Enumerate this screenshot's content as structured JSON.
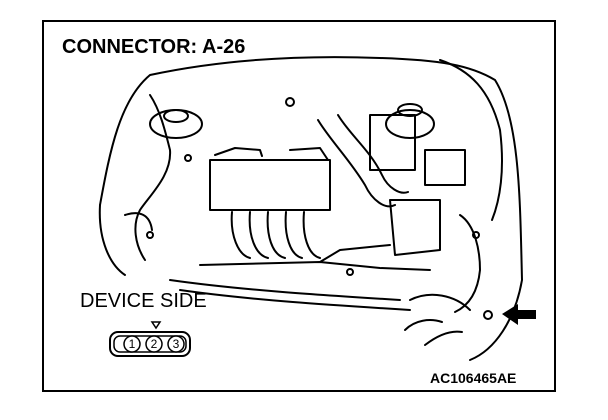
{
  "title": "CONNECTOR: A-26",
  "device_label": "DEVICE SIDE",
  "connector": {
    "pins": [
      "1",
      "2",
      "3"
    ]
  },
  "ref_code": "AC106465AE",
  "icons": {
    "pointer": "arrow-left-icon",
    "lock": "triangle-down-icon"
  }
}
